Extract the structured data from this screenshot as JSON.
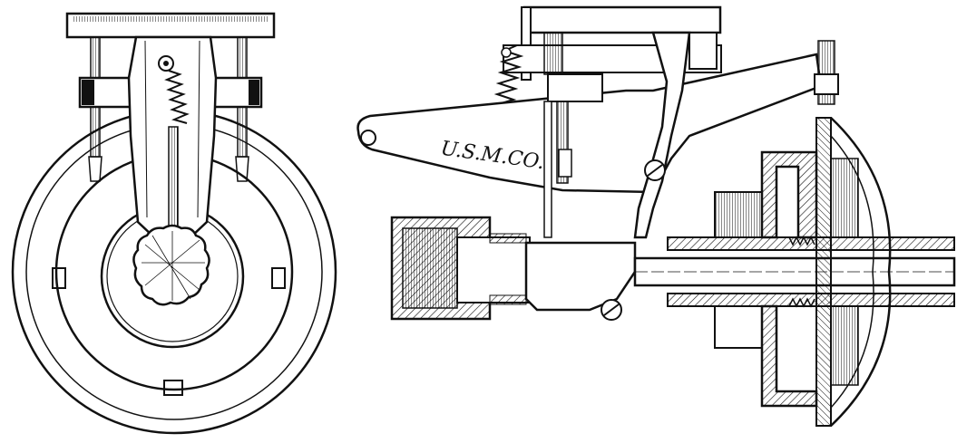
{
  "figure": {
    "engraved_label": "U.S.M.CO.",
    "ink_color": "#111111",
    "paper_color": "#ffffff"
  },
  "views": [
    {
      "name": "end-view"
    },
    {
      "name": "sectional-side-view"
    }
  ]
}
